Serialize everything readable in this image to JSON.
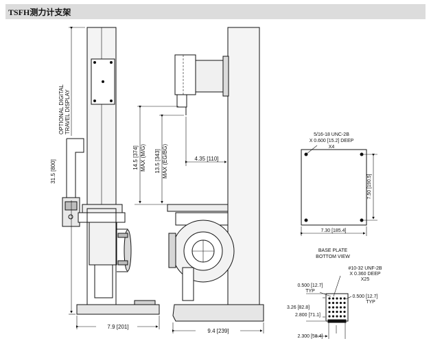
{
  "header": {
    "title": "TSFH测力计支架"
  },
  "front_view": {
    "display_label_line1": "OPTIONAL DIGITAL",
    "display_label_line2": "TRAVEL DISPLAY",
    "height_dim": "31.5 [800]",
    "base_width_dim": "7.9 [201]"
  },
  "side_view": {
    "max_mg_line1": "14.5 [374]",
    "max_mg_line2": "MAX (M/G)",
    "max_egbg_line1": "13.5 [343]",
    "max_egbg_line2": "MAX (EG/BG)",
    "reach_dim": "4.35 [110]",
    "base_length_dim": "9.4 [239]"
  },
  "base_plate": {
    "thread_line1": "5/16-18 UNC-2B",
    "thread_line2": "X 0.600 [15.2] DEEP",
    "thread_line3": "X4",
    "height_dim": "7.50 [190.5]",
    "width_dim": "7.30 [185.4]",
    "caption_line1": "BASE PLATE",
    "caption_line2": "BOTTOM VIEW"
  },
  "detail": {
    "thread_line1": "#10-32 UNF-2B",
    "thread_line2": "X 0.360 DEEP",
    "thread_line3": "X25",
    "left_edge_line1": "0.500 [12.7]",
    "left_edge_line2": "TYP",
    "right_edge_line1": "0.500 [12.7]",
    "right_edge_line2": "TYP",
    "outer_height": "3.26 [82.8]",
    "pitch_vertical": "2.800 [71.1]",
    "pitch_horizontal": "2.300 [58.4]"
  }
}
